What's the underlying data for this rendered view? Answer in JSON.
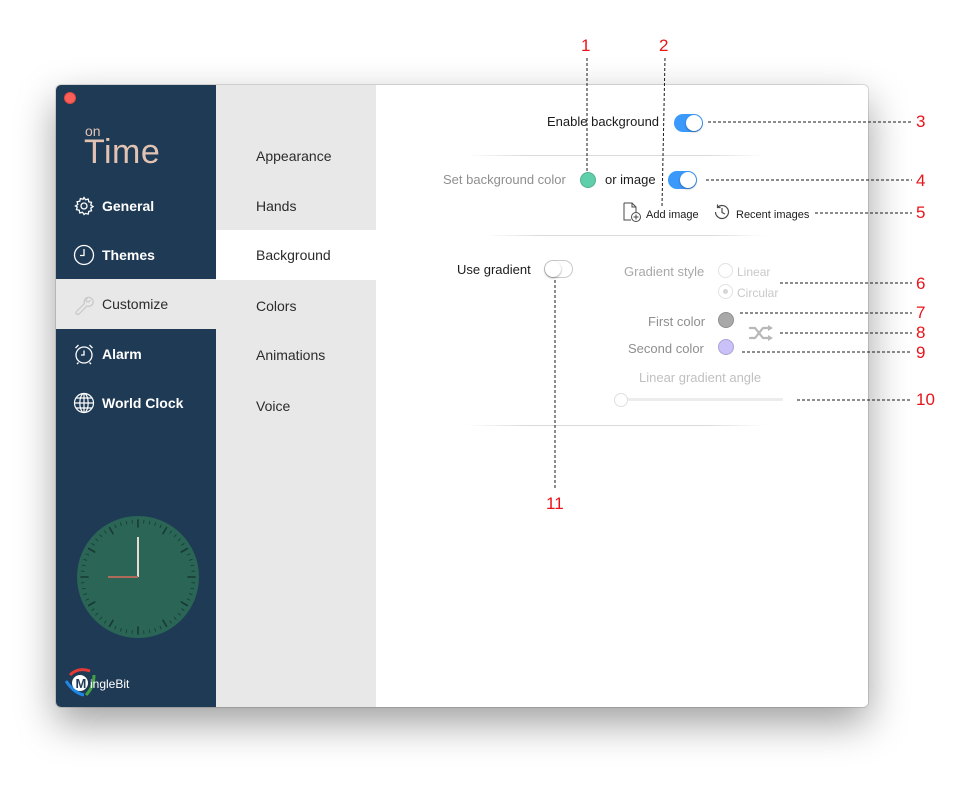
{
  "app": {
    "logo_text": "onTime",
    "brand_text": "MingleBit"
  },
  "sidebar": {
    "items": [
      {
        "label": "General",
        "icon": "gear-icon"
      },
      {
        "label": "Themes",
        "icon": "clock-icon"
      },
      {
        "label": "Customize",
        "icon": "wrench-icon",
        "active": true
      },
      {
        "label": "Alarm",
        "icon": "alarm-clock-icon"
      },
      {
        "label": "World Clock",
        "icon": "globe-icon"
      }
    ]
  },
  "subnav": {
    "items": [
      {
        "label": "Appearance"
      },
      {
        "label": "Hands"
      },
      {
        "label": "Background",
        "active": true
      },
      {
        "label": "Colors"
      },
      {
        "label": "Animations"
      },
      {
        "label": "Voice"
      }
    ]
  },
  "background": {
    "enable_label": "Enable background",
    "enable_on": true,
    "set_color_label": "Set background color",
    "bg_color": "#5ecfaa",
    "or_image_label": "or image",
    "image_on": true,
    "add_image_label": "Add image",
    "recent_images_label": "Recent images",
    "use_gradient_label": "Use gradient",
    "use_gradient_on": false,
    "gradient_style_label": "Gradient style",
    "style_options": [
      "Linear",
      "Circular"
    ],
    "style_selected": "Circular",
    "first_color_label": "First color",
    "first_color": "#a9a9a9",
    "second_color_label": "Second color",
    "second_color": "#c9c1f7",
    "angle_label": "Linear gradient angle",
    "angle_value": 0
  },
  "callouts": [
    "1",
    "2",
    "3",
    "4",
    "5",
    "6",
    "7",
    "8",
    "9",
    "10",
    "11"
  ],
  "colors": {
    "sidebar": "#1f3a55",
    "accent": "#3b99fc",
    "callout": "#e8141a",
    "clock_face": "#2a6556"
  }
}
